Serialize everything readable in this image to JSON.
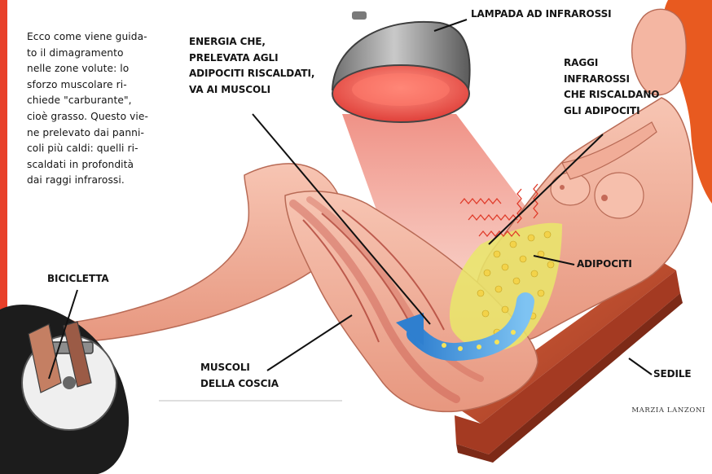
{
  "colors": {
    "left_margin_bar": "#e8402a",
    "skin": "#f4b6a2",
    "skin_shadow": "#d8836f",
    "lamp_glow": "#e84a42",
    "light_beam": "#f2a59a",
    "seat": "#c64b2c",
    "fat_cells": "#e5e46a",
    "energy_arrow": "#3f8fd6",
    "hair": "#e85a20",
    "bicycle_wheel": "#1c1c1c"
  },
  "intro_text": "Ecco come viene guida-\nto il dimagramento\nnelle zone volute: lo\nsforzo muscolare ri-\nchiede \"carburante\",\ncioè grasso. Questo vie-\nne prelevato dai panni-\ncoli più caldi: quelli ri-\nscaldati in profondità\ndai raggi infrarossi.",
  "labels": {
    "lamp": "LAMPADA AD INFRAROSSI",
    "energy": "ENERGIA CHE,\nPRELEVATA AGLI\nADIPOCITI RISCALDATI,\nVA AI MUSCOLI",
    "rays": "RAGGI\nINFRAROSSI\nCHE RISCALDANO\nGLI ADIPOCITI",
    "adipocytes": "ADIPOCITI",
    "bicycle": "BICICLETTA",
    "thigh_muscles": "MUSCOLI\nDELLA COSCIA",
    "seat": "SEDILE"
  },
  "credit": "MARZIA LANZONI",
  "icons": [
    "infrared-lamp-icon",
    "bicycle-pedal-icon",
    "energy-arrow-icon"
  ]
}
